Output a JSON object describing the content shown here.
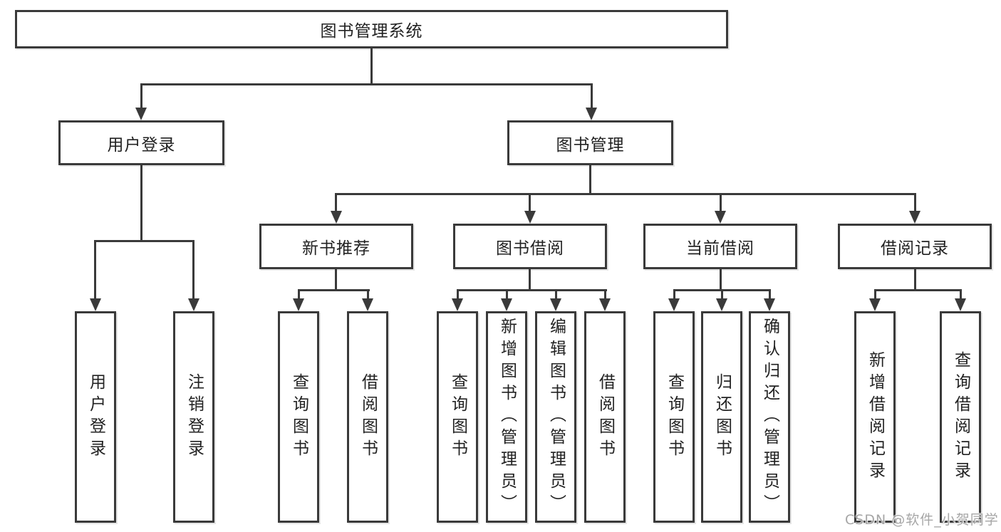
{
  "diagram": {
    "root": {
      "label": "图书管理系统"
    },
    "level2": [
      {
        "label": "用户登录"
      },
      {
        "label": "图书管理"
      }
    ],
    "level3": [
      {
        "label": "新书推荐"
      },
      {
        "label": "图书借阅"
      },
      {
        "label": "当前借阅"
      },
      {
        "label": "借阅记录"
      }
    ],
    "leaves": [
      {
        "label": "用户登录"
      },
      {
        "label": "注销登录"
      },
      {
        "label": "查询图书"
      },
      {
        "label": "借阅图书"
      },
      {
        "label": "查询图书"
      },
      {
        "label": "新增图书（管理员）"
      },
      {
        "label": "编辑图书（管理员）"
      },
      {
        "label": "借阅图书"
      },
      {
        "label": "查询图书"
      },
      {
        "label": "归还图书"
      },
      {
        "label": "确认归还（管理员）"
      },
      {
        "label": "新增借阅记录"
      },
      {
        "label": "查询借阅记录"
      }
    ]
  },
  "watermark": {
    "text": "CSDN @软件_小贺同学"
  },
  "colors": {
    "line": "#3a3a3a",
    "text": "#222222",
    "background": "#ffffff",
    "watermark": "#a6a6a6"
  }
}
